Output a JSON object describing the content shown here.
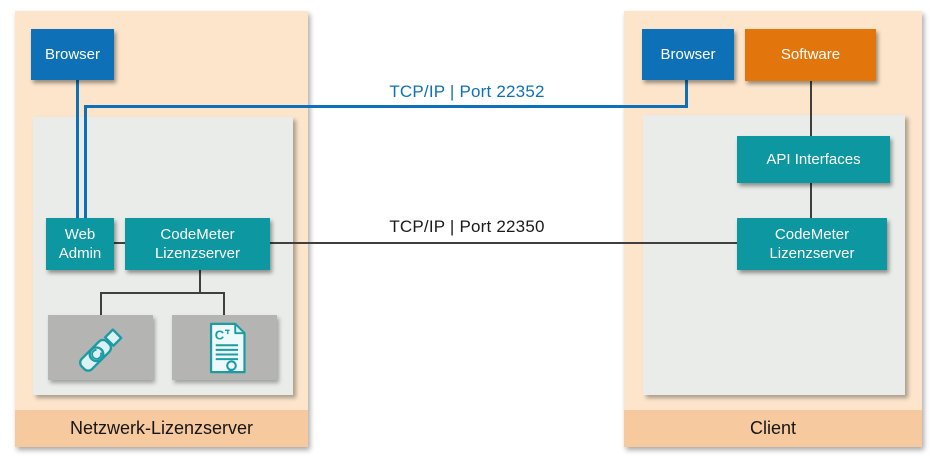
{
  "colors": {
    "blue": "#0e71b8",
    "teal": "#0d97a0",
    "orange": "#e2760c",
    "panel_bg": "#fce5cb",
    "strip_bg": "#f7c99e",
    "inner_bg": "#e9ece9",
    "item_bg": "#b4b4b2",
    "line_dark": "#3f3f3e"
  },
  "left_panel": {
    "title": "Netzwerk-Lizenzserver",
    "browser_label": "Browser",
    "web_admin_label": "Web Admin",
    "codemeter_label": "CodeMeter Lizenzserver"
  },
  "right_panel": {
    "title": "Client",
    "browser_label": "Browser",
    "software_label": "Software",
    "api_label": "API Interfaces",
    "codemeter_label": "CodeMeter Lizenzserver"
  },
  "connections": {
    "web_port_label": "TCP/IP | Port 22352",
    "cm_port_label": "TCP/IP | Port 22350"
  }
}
